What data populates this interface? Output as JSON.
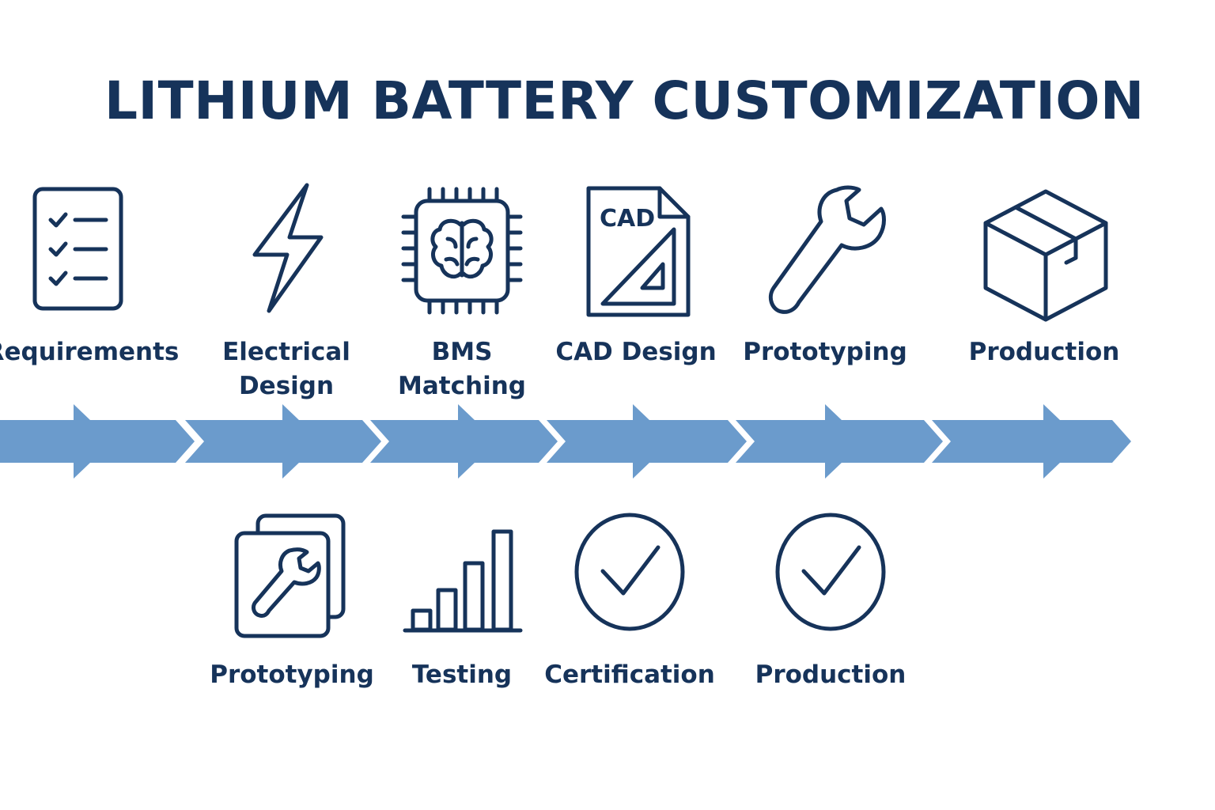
{
  "title": "LITHIUM BATTERY CUSTOMIZATION",
  "accent_color": "#6b9bcc",
  "text_color": "#16335a",
  "top_steps": [
    {
      "label_lines": [
        "Requirements"
      ],
      "icon": "checklist-icon"
    },
    {
      "label_lines": [
        "Electrical",
        "Design"
      ],
      "icon": "lightning-bolt-icon"
    },
    {
      "label_lines": [
        "BMS",
        "Matching"
      ],
      "icon": "chip-brain-icon"
    },
    {
      "label_lines": [
        "CAD Design"
      ],
      "icon": "cad-document-icon",
      "icon_text": "CAD"
    },
    {
      "label_lines": [
        "Prototyping"
      ],
      "icon": "wrench-icon"
    },
    {
      "label_lines": [
        "Production"
      ],
      "icon": "box-icon"
    }
  ],
  "bottom_steps": [
    {
      "label_lines": [
        "Prototyping"
      ],
      "icon": "wrench-cards-icon"
    },
    {
      "label_lines": [
        "Testing"
      ],
      "icon": "bar-chart-icon"
    },
    {
      "label_lines": [
        "Certification"
      ],
      "icon": "check-circle-icon"
    },
    {
      "label_lines": [
        "Production"
      ],
      "icon": "check-circle-icon"
    }
  ]
}
